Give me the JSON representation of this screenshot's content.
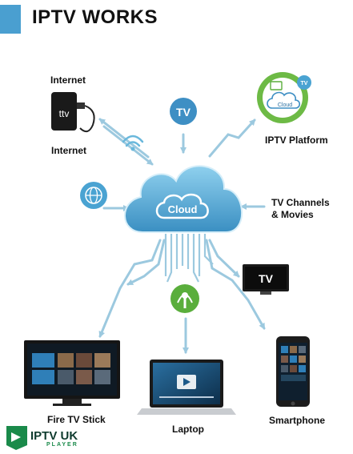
{
  "header": {
    "title": "IPTV WORKS"
  },
  "labels": {
    "internet_top": "Internet",
    "internet_bottom": "Internet",
    "iptv_platform": "IPTV Platform",
    "channels_line1": "TV Channels",
    "channels_line2": "& Movies",
    "fire_tv": "Fire TV Stick",
    "laptop": "Laptop",
    "smartphone": "Smartphone"
  },
  "cloud": {
    "center_text": "Cloud",
    "platform_badge_text": "Cloud"
  },
  "badges": {
    "tv_bubble": "TV",
    "platform_tv": "TV",
    "tv_screen_text": "TV"
  },
  "device": {
    "stick_text": "ttv"
  },
  "logo": {
    "name": "IPTV UK",
    "sub": "PLAYER"
  },
  "colors": {
    "accent": "#4a9fd0",
    "arrow": "#9cc9df",
    "cloud": "#5aaed6",
    "green": "#5aae3c"
  }
}
